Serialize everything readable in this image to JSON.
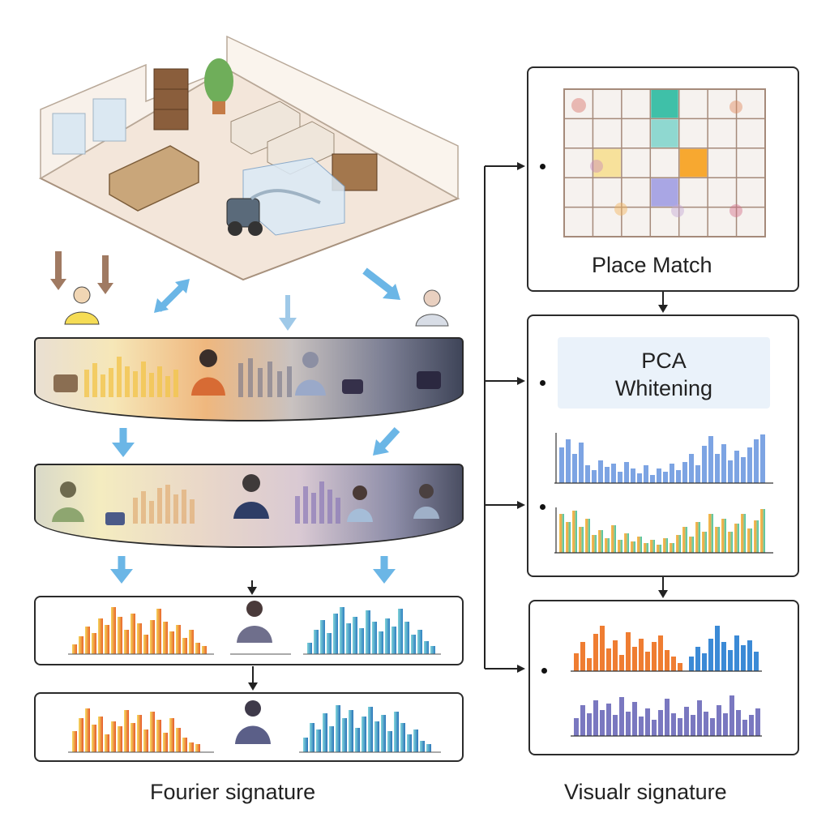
{
  "captions": {
    "left": "Fourier signature",
    "right": "Visualr signature"
  },
  "place_match": {
    "label": "Place Match"
  },
  "pca": {
    "line1": "PCA",
    "line2": "Whitening"
  },
  "icons": {
    "room": "isometric-living-room-illustration",
    "robot": "robot-icon",
    "person": "person-icon",
    "arrow": "arrow-icon",
    "antenna": "antenna-marker-icon"
  },
  "colors": {
    "outline": "#2b2b2b",
    "arrow_blue": "#6bb6e6",
    "warm_start": "#f5d35a",
    "warm_end": "#e8652a",
    "cool_start": "#7fd3d8",
    "cool_end": "#2f7fc0",
    "blue_bars": "#6f9be0",
    "purple_bars": "#7a78c0",
    "pca_bg": "#eaf2fa"
  },
  "grid": {
    "rows": 5,
    "cols": 7,
    "highlight_cells": [
      {
        "row": 0,
        "col": 3,
        "color": "#3fc0a8"
      },
      {
        "row": 1,
        "col": 3,
        "color": "#8fd8d0"
      },
      {
        "row": 2,
        "col": 4,
        "color": "#f7a830"
      },
      {
        "row": 3,
        "col": 3,
        "color": "#a9a6e4"
      },
      {
        "row": 2,
        "col": 1,
        "color": "#f7e19b"
      }
    ]
  }
}
